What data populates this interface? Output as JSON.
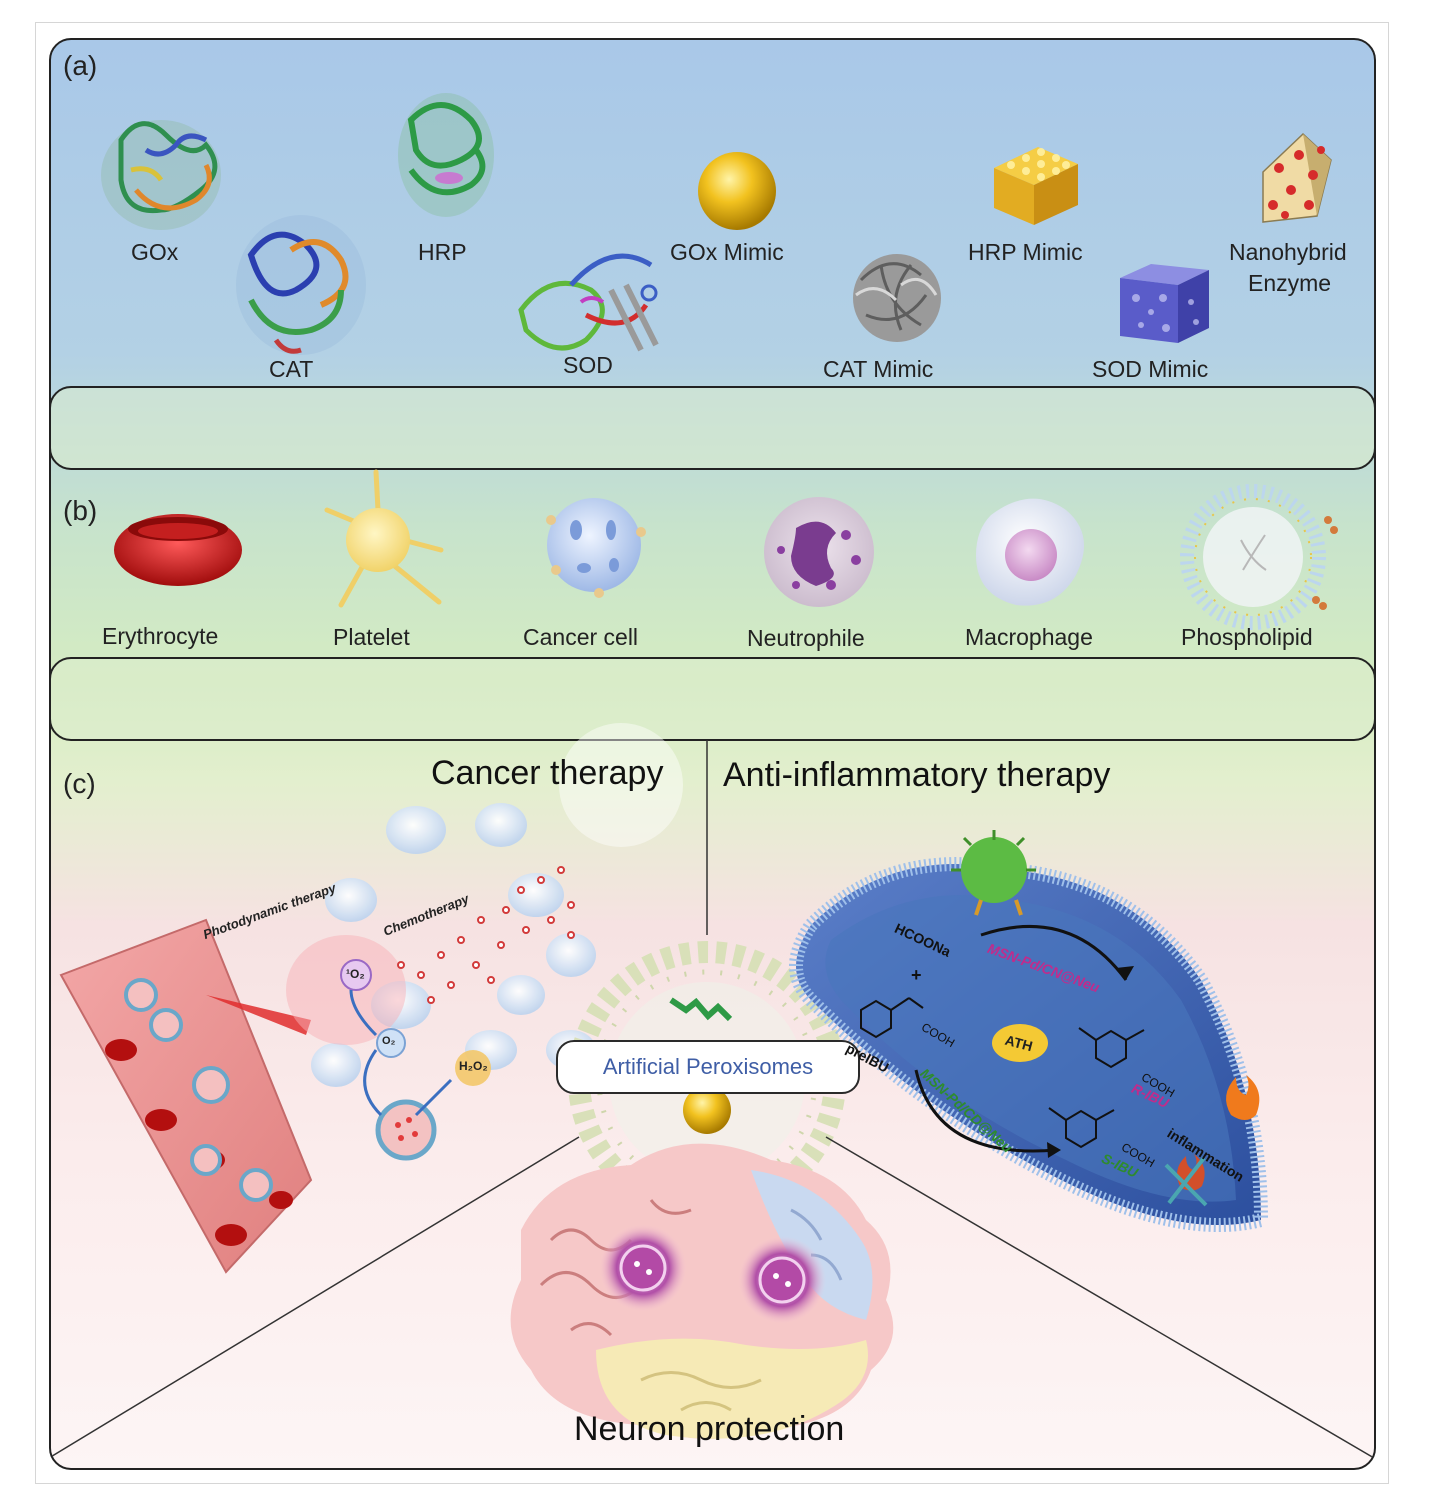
{
  "panel_labels": {
    "a": "(a)",
    "b": "(b)",
    "c": "(c)"
  },
  "enzymes": {
    "gox": "GOx",
    "cat": "CAT",
    "hrp": "HRP",
    "sod": "SOD",
    "gox_mimic": "GOx Mimic",
    "cat_mimic": "CAT Mimic",
    "hrp_mimic": "HRP Mimic",
    "sod_mimic": "SOD Mimic",
    "nanohybrid_line1": "Nanohybrid",
    "nanohybrid_line2": "Enzyme"
  },
  "cells": {
    "erythrocyte": "Erythrocyte",
    "platelet": "Platelet",
    "cancer_cell": "Cancer cell",
    "neutrophile": "Neutrophile",
    "macrophage": "Macrophage",
    "phospholipid": "Phospholipid"
  },
  "applications": {
    "cancer_therapy": "Cancer therapy",
    "anti_inflammatory_therapy": "Anti-inflammatory therapy",
    "neuron_protection": "Neuron protection",
    "artificial_peroxisomes": "Artificial Peroxisomes",
    "photodynamic_therapy": "Photodynamic therapy",
    "chemotherapy": "Chemotherapy",
    "singlet_oxygen": "¹O₂",
    "oxygen": "O₂",
    "hydrogen_peroxide": "H₂O₂",
    "hcoona": "HCOONa",
    "plus": "+",
    "msn_pd_cn_neu": "MSN-Pd/CN@Neu",
    "msn_pd_cd_neu": "MSN-Pd/CD@Neu",
    "ath": "ATH",
    "cooh_1": "COOH",
    "cooh_2": "COOH",
    "cooh_3": "COOH",
    "preibu": "preIBU",
    "r_ibu": "R-IBU",
    "s_ibu": "S-IBU",
    "inflammation": "inflammation"
  },
  "colors": {
    "panel_a_bg": "#a9c8e8",
    "panel_b_bg": "#d5ecc2",
    "panel_c_bg": "#fbecec",
    "peroxisome_label_text": "#3f5ea6",
    "msn_cn_color": "#c02c8c",
    "msn_cd_color": "#2e8b2e"
  }
}
